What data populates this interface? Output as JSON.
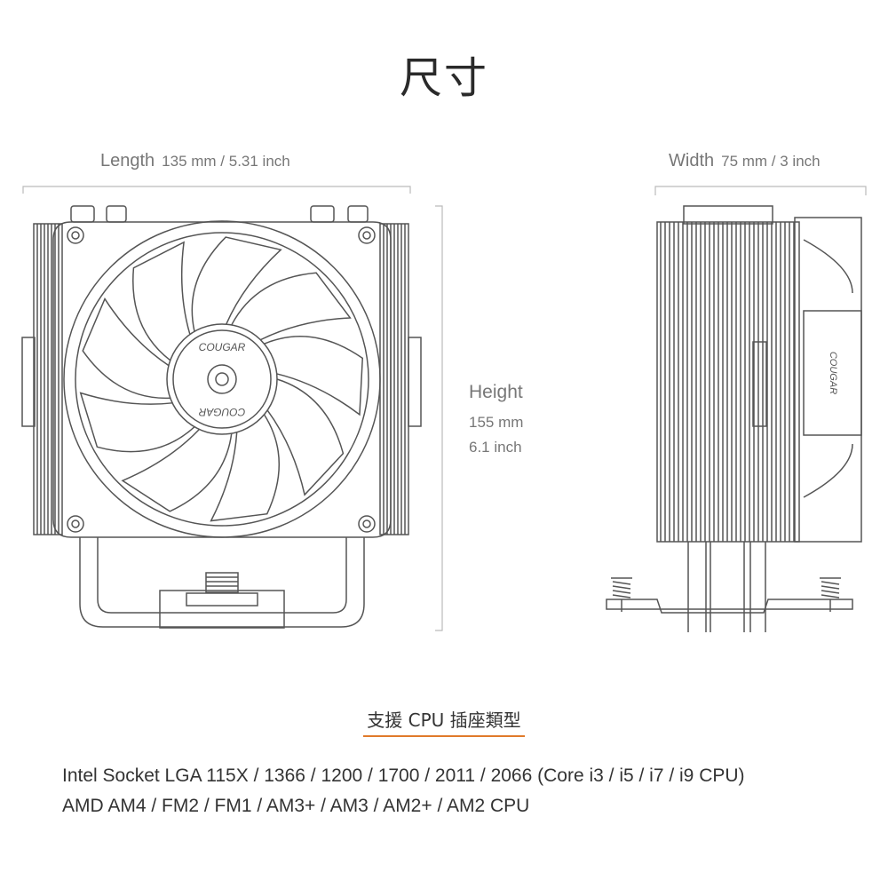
{
  "title": "尺寸",
  "dimensions": {
    "length": {
      "label": "Length",
      "value": "135 mm / 5.31 inch"
    },
    "width": {
      "label": "Width",
      "value": "75 mm / 3 inch"
    },
    "height": {
      "label": "Height",
      "mm": "155 mm",
      "inch": "6.1 inch"
    }
  },
  "fan_logo_text": "COUGAR",
  "socket": {
    "heading": "支援 CPU 插座類型",
    "intel": "Intel Socket LGA 115X / 1366 / 1200 / 1700 / 2011 / 2066 (Core i3 / i5 / i7 / i9 CPU)",
    "amd": "AMD AM4 / FM2 / FM1 / AM3+ / AM3 / AM2+ / AM2 CPU"
  },
  "colors": {
    "line": "#555555",
    "dim": "#bbbbbb",
    "accent": "#e07a2a"
  }
}
